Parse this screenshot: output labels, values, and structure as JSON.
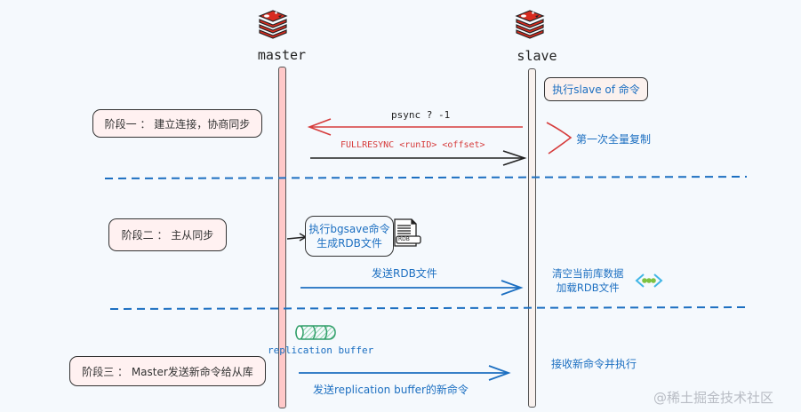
{
  "lanes": {
    "master": {
      "title": "master",
      "icon": "redis-icon"
    },
    "slave": {
      "title": "slave",
      "icon": "redis-icon"
    }
  },
  "phases": [
    {
      "label": "阶段一 ： 建立连接，协商同步"
    },
    {
      "label": "阶段二 ： 主从同步"
    },
    {
      "label": "阶段三 ： Master发送新命令给从库"
    }
  ],
  "messages": {
    "slaveof_note": "执行slave of 命令",
    "psync": "psync  ?  -1",
    "fullresync": "FULLRESYNC <runID> <offset>",
    "first_full_copy": "第一次全量复制",
    "bgsave_line1": "执行bgsave命令",
    "bgsave_line2": "生成RDB文件",
    "rdb_file_label": "RDB",
    "send_rdb": "发送RDB文件",
    "clear_line1": "清空当前库数据",
    "clear_line2": "加载RDB文件",
    "replication_buffer": "replication buffer",
    "send_buffer": "发送replication buffer的新命令",
    "receive_exec": "接收新命令并执行"
  },
  "colors": {
    "accent_blue": "#1c6fc1",
    "arrow_red": "#d63c3c",
    "master_lifeline": "#ffc9c9",
    "slave_lifeline": "#f8f1ee",
    "buffer_green": "#2f9e68",
    "redis_red": "#d82c20"
  },
  "watermark": "@稀土掘金技术社区"
}
